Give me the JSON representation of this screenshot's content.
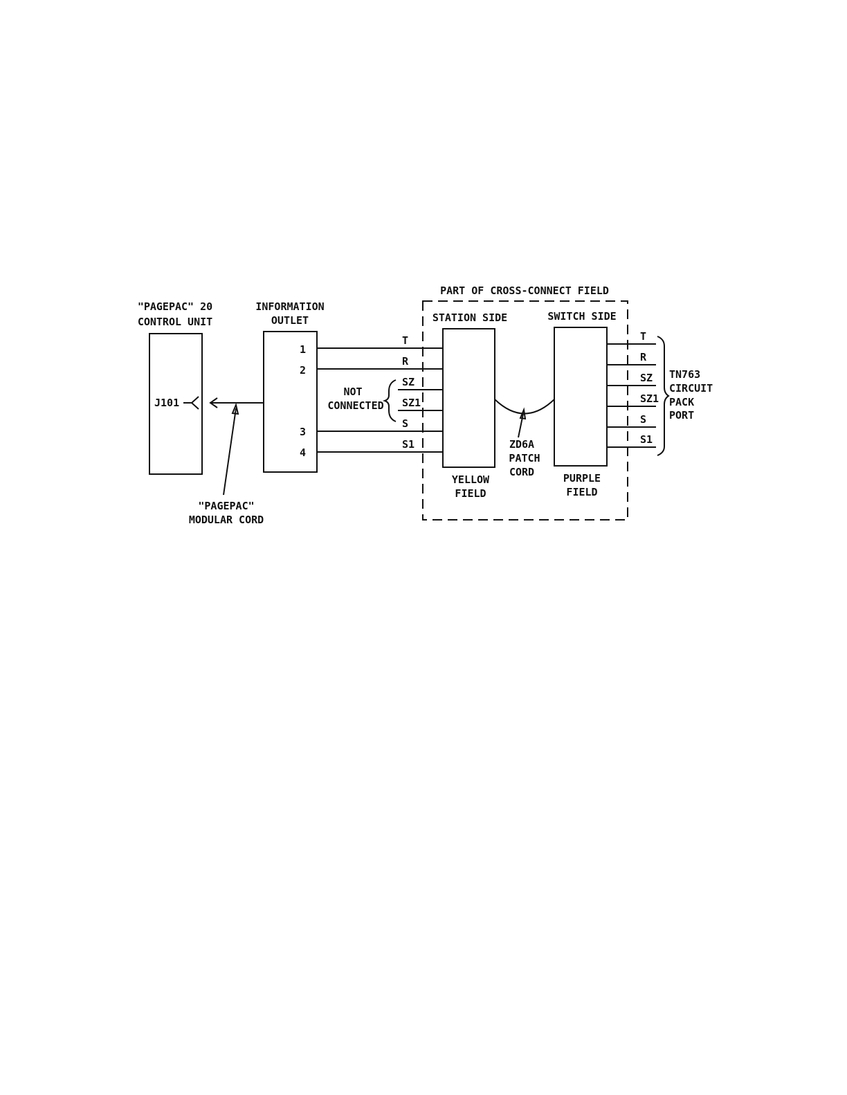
{
  "figure": {
    "pagepac_unit": {
      "title_line1": "\"PAGEPAC\" 20",
      "title_line2": "CONTROL UNIT",
      "jack": "J101"
    },
    "info_outlet": {
      "title_line1": "INFORMATION",
      "title_line2": "OUTLET",
      "pins": [
        "1",
        "2",
        "3",
        "4"
      ]
    },
    "modular_cord": {
      "line1": "\"PAGEPAC\"",
      "line2": "MODULAR CORD"
    },
    "not_connected": {
      "line1": "NOT",
      "line2": "CONNECTED"
    },
    "cross_connect": {
      "title": "PART OF CROSS-CONNECT FIELD",
      "station_side": "STATION SIDE",
      "switch_side": "SWITCH SIDE",
      "yellow_line1": "YELLOW",
      "yellow_line2": "FIELD",
      "purple_line1": "PURPLE",
      "purple_line2": "FIELD"
    },
    "patch_cord": {
      "line1": "ZD6A",
      "line2": "PATCH",
      "line3": "CORD"
    },
    "station_leads": [
      "T",
      "R",
      "SZ",
      "SZ1",
      "S",
      "S1"
    ],
    "switch_leads": [
      "T",
      "R",
      "SZ",
      "SZ1",
      "S",
      "S1"
    ],
    "circuit_pack": {
      "line1": "TN763",
      "line2": "CIRCUIT",
      "line3": "PACK",
      "line4": "PORT"
    }
  }
}
